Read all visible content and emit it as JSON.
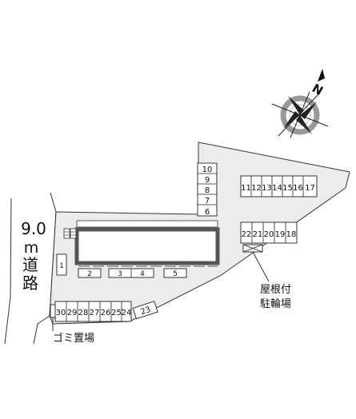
{
  "road": {
    "width": "9.0",
    "unit": "m",
    "name_1": "道",
    "name_2": "路"
  },
  "labels": {
    "covered_bicycle_parking_1": "屋根付",
    "covered_bicycle_parking_2": "駐輪場",
    "garbage_area": "ゴミ置場",
    "north": "N"
  },
  "parking": {
    "vertical_stack": [
      "10",
      "9",
      "8",
      "7",
      "6"
    ],
    "top_right_row": [
      "11",
      "12",
      "13",
      "14",
      "15",
      "16",
      "17"
    ],
    "mid_right_row": [
      "22",
      "21",
      "20",
      "19",
      "18"
    ],
    "front_row": [
      "2",
      "3",
      "4",
      "5"
    ],
    "left_single": "1",
    "bottom_row": [
      "30",
      "29",
      "28",
      "27",
      "26",
      "25",
      "24"
    ],
    "angled": "23"
  },
  "colors": {
    "site": "#ececec",
    "building_outline": "#555555",
    "line": "#222222"
  }
}
